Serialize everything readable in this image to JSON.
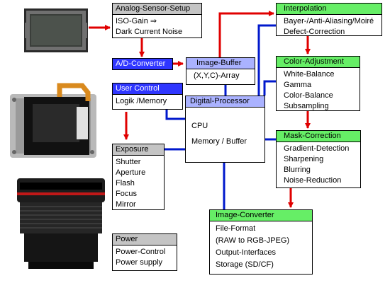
{
  "colors": {
    "red_arrow": "#e00000",
    "blue_line": "#0018cc",
    "header_gray": "#c4c4c4",
    "header_blue": "#2f36ff",
    "header_green": "#66ee66",
    "fill_lavender": "#aab2ff"
  },
  "icons": [
    "image-sensor-icon",
    "camera-body-chassis-icon",
    "camera-lens-icon"
  ],
  "boxes": {
    "analog": {
      "title": "Analog-Sensor-Setup",
      "lines": [
        "ISO-Gain ⇒",
        "Dark Current Noise"
      ]
    },
    "adc": {
      "title": "A/D-Converter"
    },
    "buffer": {
      "title": "Image-Buffer",
      "lines": [
        "(X,Y,C)-Array"
      ]
    },
    "user": {
      "title": "User Control",
      "lines": [
        "Logik /Memory"
      ]
    },
    "dsp": {
      "title": "Digital-Processor",
      "lines": [
        "CPU",
        "Memory / Buffer"
      ]
    },
    "exposure": {
      "title": "Exposure",
      "lines": [
        "Shutter",
        "Aperture",
        "Flash",
        "Focus",
        "Mirror"
      ]
    },
    "power": {
      "title": "Power",
      "lines": [
        "Power-Control",
        "Power supply"
      ]
    },
    "interp": {
      "title": "Interpolation",
      "lines": [
        "Bayer-/Anti-Aliasing/Moiré",
        "Defect-Correction"
      ]
    },
    "color": {
      "title": "Color-Adjustment",
      "lines": [
        "White-Balance",
        "Gamma",
        "Color-Balance",
        "Subsampling"
      ]
    },
    "mask": {
      "title": "Mask-Correction",
      "lines": [
        "Gradient-Detection",
        "Sharpening",
        "Blurring",
        "Noise-Reduction"
      ]
    },
    "conv": {
      "title": "Image-Converter",
      "lines": [
        "File-Format",
        "(RAW to RGB-JPEG)",
        "Output-Interfaces",
        "Storage (SD/CF)"
      ]
    }
  }
}
